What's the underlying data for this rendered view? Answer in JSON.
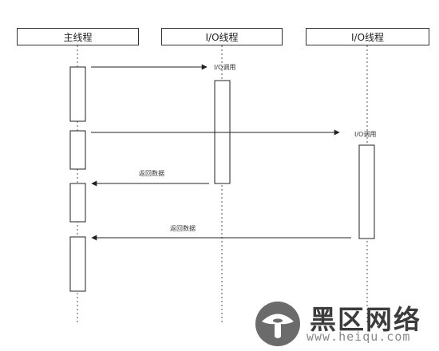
{
  "participants": [
    {
      "id": "main",
      "label": "主线程"
    },
    {
      "id": "io1",
      "label": "I/O线程"
    },
    {
      "id": "io2",
      "label": "I/O线程"
    }
  ],
  "messages": [
    {
      "from": "main",
      "to": "io1",
      "label": "I/O调用"
    },
    {
      "from": "main",
      "to": "io2",
      "label": "I/O调用"
    },
    {
      "from": "io1",
      "to": "main",
      "label": "返回数据"
    },
    {
      "from": "io2",
      "to": "main",
      "label": "返回数据"
    }
  ],
  "watermark": {
    "brand": "黑区网络",
    "url": "www.heiqu.com"
  }
}
